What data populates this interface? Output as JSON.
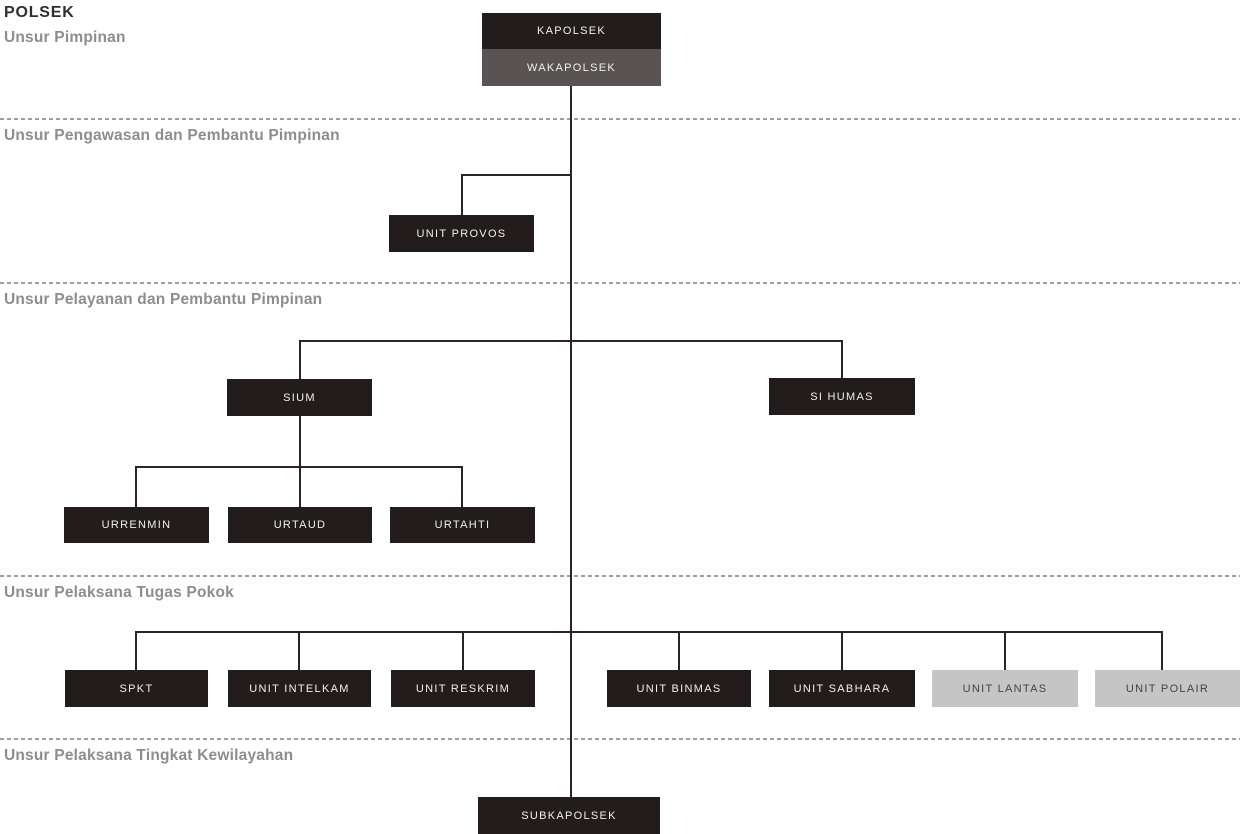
{
  "title": "POLSEK",
  "colors": {
    "background": "#ffffff",
    "title_text": "#332d2d",
    "section_header_text": "#8d8d8d",
    "divider_dashed": "#9e9e9e",
    "connector_line": "#2b2423",
    "node_dark_bg": "#221d1c",
    "node_gray_bg": "#595453",
    "node_light_bg": "#c6c5c5",
    "node_text_light": "#f1efee",
    "node_text_dark": "#474140"
  },
  "sections": [
    {
      "label": "Unsur Pimpinan"
    },
    {
      "label": "Unsur Pengawasan dan Pembantu Pimpinan"
    },
    {
      "label": "Unsur Pelayanan dan Pembantu Pimpinan"
    },
    {
      "label": "Unsur Pelaksana Tugas Pokok"
    },
    {
      "label": "Unsur Pelaksana Tingkat Kewilayahan"
    }
  ],
  "nodes": {
    "kapolsek": {
      "label": "KAPOLSEK",
      "section": "Unsur Pimpinan",
      "style": "dark"
    },
    "wakapolsek": {
      "label": "WAKAPOLSEK",
      "section": "Unsur Pimpinan",
      "style": "gray"
    },
    "unit_provos": {
      "label": "UNIT PROVOS",
      "section": "Unsur Pengawasan dan Pembantu Pimpinan",
      "style": "dark"
    },
    "sium": {
      "label": "SIUM",
      "section": "Unsur Pelayanan dan Pembantu Pimpinan",
      "style": "dark"
    },
    "si_humas": {
      "label": "SI HUMAS",
      "section": "Unsur Pelayanan dan Pembantu Pimpinan",
      "style": "dark"
    },
    "urrenmin": {
      "label": "URRENMIN",
      "section": "Unsur Pelayanan dan Pembantu Pimpinan",
      "style": "dark"
    },
    "urtaud": {
      "label": "URTAUD",
      "section": "Unsur Pelayanan dan Pembantu Pimpinan",
      "style": "dark"
    },
    "urtahti": {
      "label": "URTAHTI",
      "section": "Unsur Pelayanan dan Pembantu Pimpinan",
      "style": "dark"
    },
    "spkt": {
      "label": "SPKT",
      "section": "Unsur Pelaksana Tugas Pokok",
      "style": "dark"
    },
    "unit_intelkam": {
      "label": "UNIT INTELKAM",
      "section": "Unsur Pelaksana Tugas Pokok",
      "style": "dark"
    },
    "unit_reskrim": {
      "label": "UNIT RESKRIM",
      "section": "Unsur Pelaksana Tugas Pokok",
      "style": "dark"
    },
    "unit_binmas": {
      "label": "UNIT BINMAS",
      "section": "Unsur Pelaksana Tugas Pokok",
      "style": "dark"
    },
    "unit_sabhara": {
      "label": "UNIT SABHARA",
      "section": "Unsur Pelaksana Tugas Pokok",
      "style": "dark"
    },
    "unit_lantas": {
      "label": "UNIT LANTAS",
      "section": "Unsur Pelaksana Tugas Pokok",
      "style": "light"
    },
    "unit_polair": {
      "label": "UNIT POLAIR",
      "section": "Unsur Pelaksana Tugas Pokok",
      "style": "light"
    },
    "subkapolsek": {
      "label": "SUBKAPOLSEK",
      "section": "Unsur Pelaksana Tingkat Kewilayahan",
      "style": "dark"
    }
  },
  "hierarchy": [
    {
      "parent": "KAPOLSEK / WAKAPOLSEK",
      "children": [
        "UNIT PROVOS",
        "SIUM",
        "SI HUMAS",
        "SPKT",
        "UNIT INTELKAM",
        "UNIT RESKRIM",
        "UNIT BINMAS",
        "UNIT SABHARA",
        "UNIT LANTAS",
        "UNIT POLAIR",
        "SUBKAPOLSEK"
      ]
    },
    {
      "parent": "SIUM",
      "children": [
        "URRENMIN",
        "URTAUD",
        "URTAHTI"
      ]
    }
  ]
}
